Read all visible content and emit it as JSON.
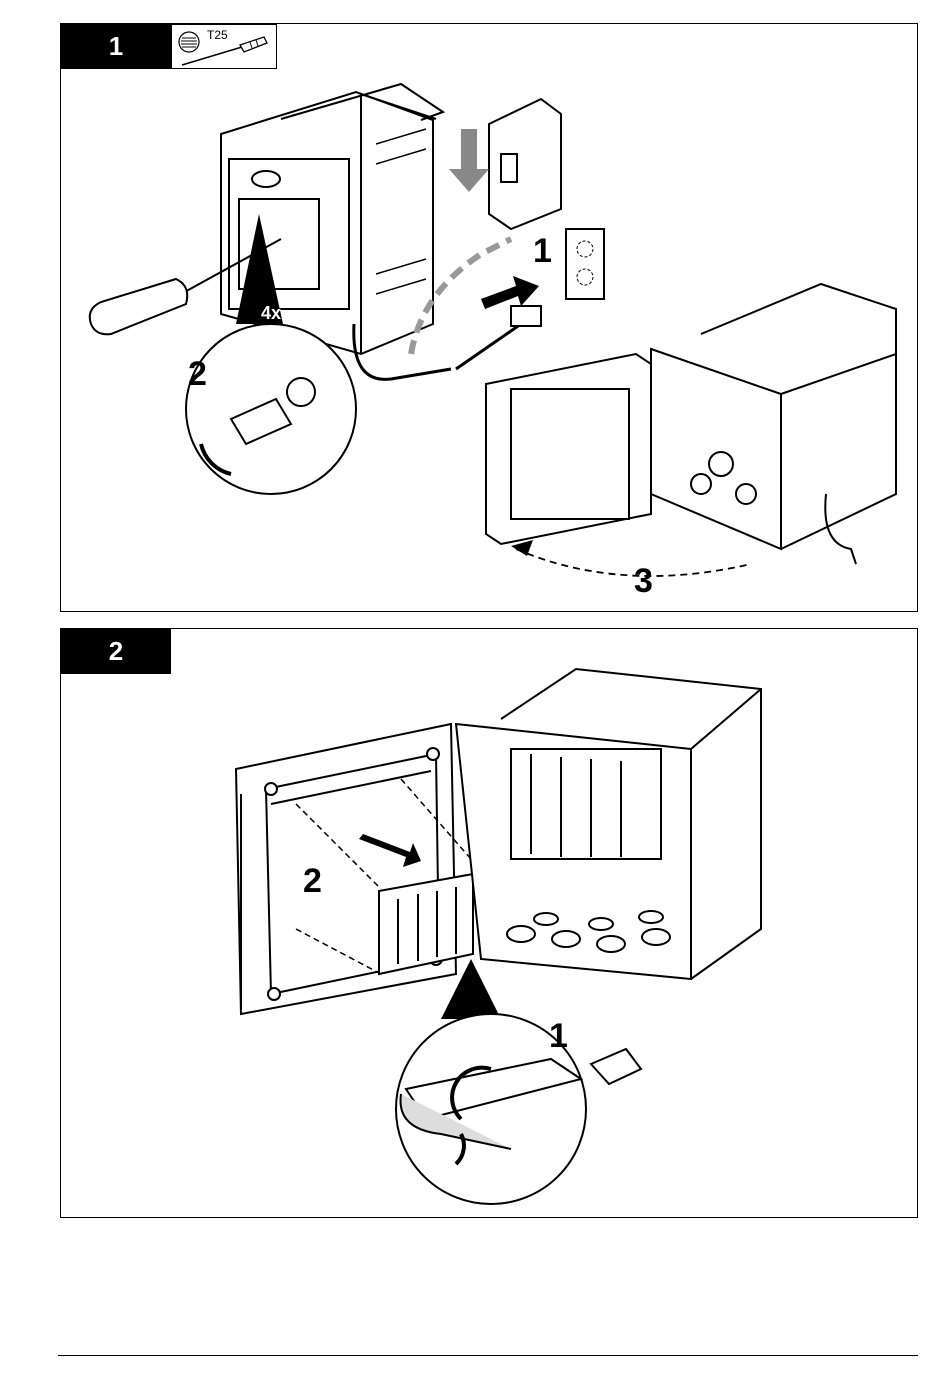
{
  "panel1": {
    "step": "1",
    "tool": "T25",
    "callouts": {
      "disconnect": "1",
      "unscrew": "2",
      "screws": "4x",
      "open": "3"
    }
  },
  "panel2": {
    "step": "2",
    "callouts": {
      "peel": "1",
      "insert": "2"
    }
  }
}
